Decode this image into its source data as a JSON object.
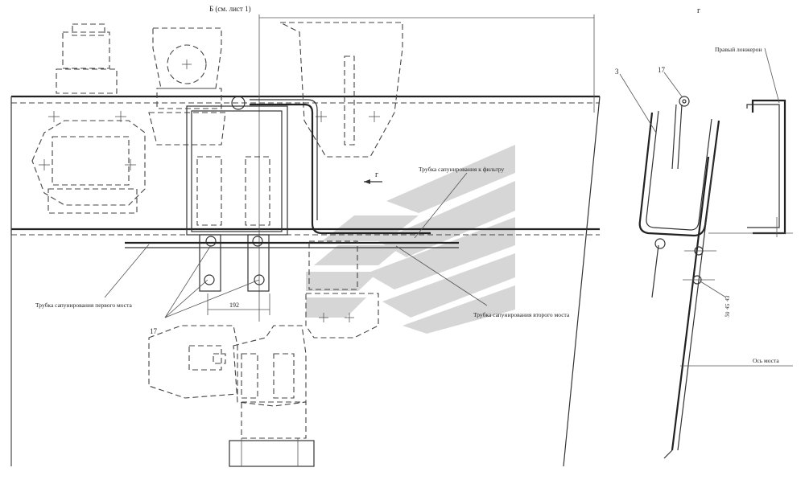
{
  "view_reference": "Б (см. лист 1)",
  "view_marker": "г",
  "view_arrow_label": "г",
  "labels": {
    "tube_filter": "Трубка сапунирования к фильтру",
    "tube_first_axle": "Трубка сапунирования первого моста",
    "tube_second_axle": "Трубка сапунирования второго моста",
    "right_spar": "Правый лонжерон",
    "axle_axis": "Ось моста"
  },
  "callouts": {
    "pos_17_left": "17",
    "pos_17_right": "17",
    "pos_3": "3",
    "dim_192": "192",
    "size_1": "43",
    "size_2": "45",
    "size_3": "50"
  },
  "colors": {
    "line": "#333333",
    "watermark": "#c9c9c9"
  }
}
